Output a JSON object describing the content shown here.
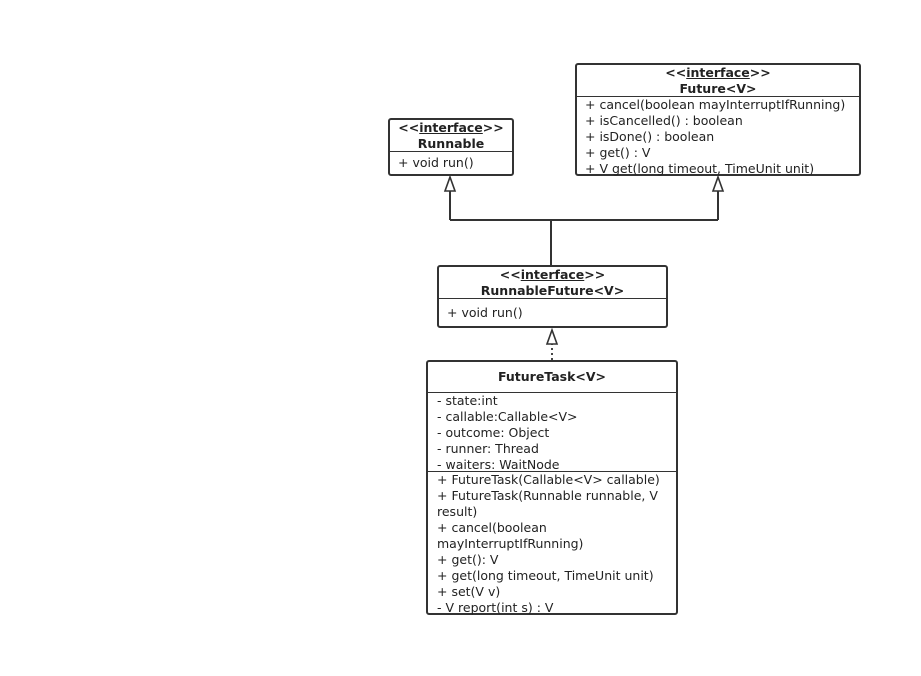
{
  "classes": {
    "runnable": {
      "stereotype_open": "<<",
      "stereotype_keyword": "interface",
      "stereotype_close": ">>",
      "name": "Runnable",
      "operations": [
        "+ void run()"
      ]
    },
    "future": {
      "stereotype_open": "<<",
      "stereotype_keyword": "interface",
      "stereotype_close": ">>",
      "name": "Future<V>",
      "operations": [
        "+ cancel(boolean mayInterruptIfRunning)",
        "+ isCancelled() : boolean",
        "+ isDone() : boolean",
        "+ get() :  V",
        "+ V get(long timeout, TimeUnit unit)"
      ]
    },
    "runnable_future": {
      "stereotype_open": "<<",
      "stereotype_keyword": "interface",
      "stereotype_close": ">>",
      "name": "RunnableFuture<V>",
      "operations": [
        "+ void run()"
      ]
    },
    "future_task": {
      "name": "FutureTask<V>",
      "attributes": [
        "- state:int",
        "- callable:Callable<V>",
        "- outcome: Object",
        "- runner: Thread",
        "- waiters: WaitNode"
      ],
      "operations": [
        "+ FutureTask(Callable<V> callable)",
        "+ FutureTask(Runnable runnable, V result)",
        "+ cancel(boolean mayInterruptIfRunning)",
        "+ get(): V",
        "+ get(long timeout, TimeUnit unit)",
        "+ set(V v)",
        "- V report(int s) : V"
      ]
    }
  },
  "relations": [
    {
      "from": "runnable_future",
      "to": "runnable",
      "kind": "generalization"
    },
    {
      "from": "runnable_future",
      "to": "future",
      "kind": "generalization"
    },
    {
      "from": "future_task",
      "to": "runnable_future",
      "kind": "realization"
    }
  ],
  "colors": {
    "line": "#333333",
    "background": "#ffffff",
    "text": "#222222"
  }
}
